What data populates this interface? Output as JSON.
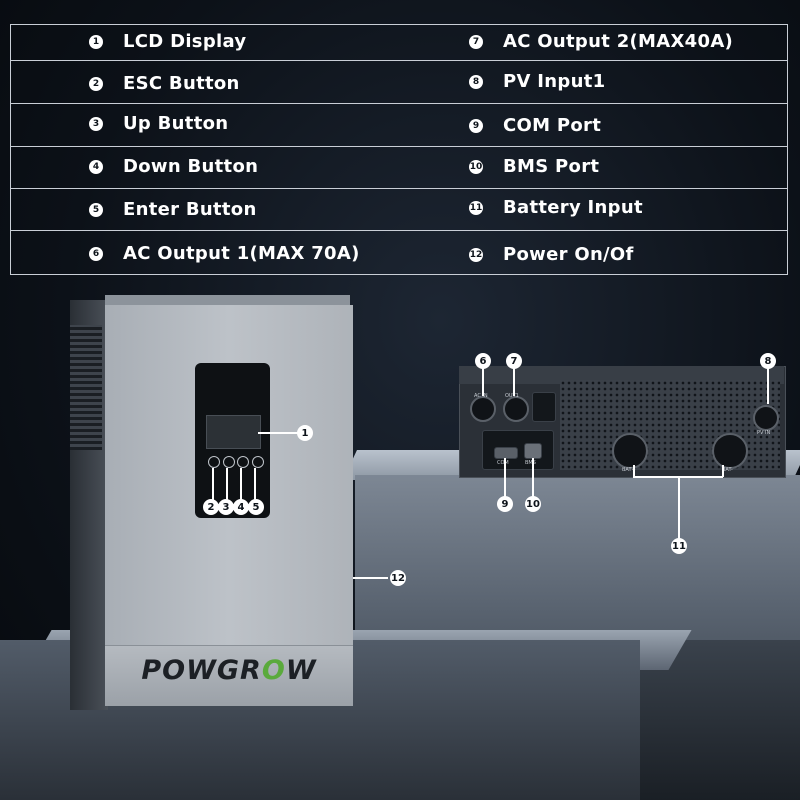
{
  "legend": {
    "left": [
      {
        "num": "1",
        "label": "LCD Display"
      },
      {
        "num": "2",
        "label": "ESC Button"
      },
      {
        "num": "3",
        "label": "Up Button"
      },
      {
        "num": "4",
        "label": "Down Button"
      },
      {
        "num": "5",
        "label": "Enter Button"
      },
      {
        "num": "6",
        "label": "AC Output 1(MAX 70A)"
      }
    ],
    "right": [
      {
        "num": "7",
        "label": "AC Output 2(MAX40A)"
      },
      {
        "num": "8",
        "label": "PV Input1"
      },
      {
        "num": "9",
        "label": "COM Port"
      },
      {
        "num": "10",
        "label": "BMS Port"
      },
      {
        "num": "11",
        "label": "Battery Input"
      },
      {
        "num": "12",
        "label": "Power On/Of"
      }
    ]
  },
  "product": {
    "brand_a": "POWGR",
    "brand_b": "O",
    "brand_c": "W"
  },
  "callouts": {
    "c1": "1",
    "c2": "2",
    "c3": "3",
    "c4": "4",
    "c5": "5",
    "c6": "6",
    "c7": "7",
    "c8": "8",
    "c9": "9",
    "c10": "10",
    "c11": "11",
    "c12": "12"
  },
  "rear_labels": {
    "ac_in": "AC IN",
    "out1": "OUT1",
    "pv_in": "PV IN",
    "com": "COM",
    "bms": "BMS",
    "bat_plus": "BAT+",
    "bat_minus": "BAT-"
  },
  "colors": {
    "brand_green": "#5aaa3c",
    "background": "#0c1118",
    "panel_silver": "#b5bac0"
  }
}
